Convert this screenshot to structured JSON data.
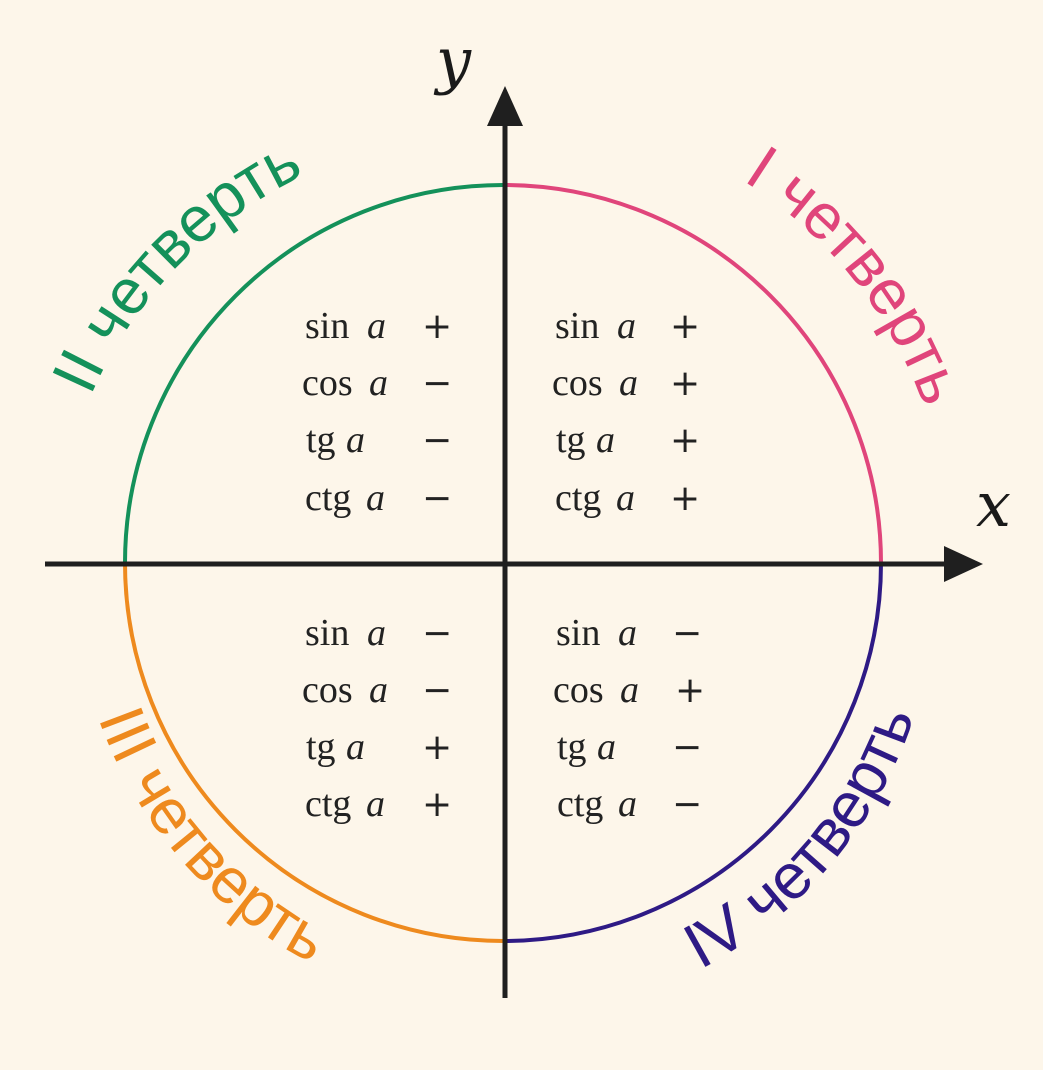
{
  "axes": {
    "x_label": "x",
    "y_label": "y"
  },
  "colors": {
    "background": "#fdf6ea",
    "axis": "#1f1f1f",
    "quadrant_I": "#e0457b",
    "quadrant_II": "#14915a",
    "quadrant_III": "#ee8a1e",
    "quadrant_IV": "#2e1a85"
  },
  "quadrants": [
    {
      "id": "I",
      "label": "I четверть",
      "rows": [
        {
          "fn": "sin",
          "arg": "a",
          "sign": "+"
        },
        {
          "fn": "cos",
          "arg": "a",
          "sign": "+"
        },
        {
          "fn": "tg",
          "arg": "a",
          "sign": "+"
        },
        {
          "fn": "ctg",
          "arg": "a",
          "sign": "+"
        }
      ]
    },
    {
      "id": "II",
      "label": "II четверть",
      "rows": [
        {
          "fn": "sin",
          "arg": "a",
          "sign": "+"
        },
        {
          "fn": "cos",
          "arg": "a",
          "sign": "−"
        },
        {
          "fn": "tg",
          "arg": "a",
          "sign": "−"
        },
        {
          "fn": "ctg",
          "arg": "a",
          "sign": "−"
        }
      ]
    },
    {
      "id": "III",
      "label": "III четверть",
      "rows": [
        {
          "fn": "sin",
          "arg": "a",
          "sign": "−"
        },
        {
          "fn": "cos",
          "arg": "a",
          "sign": "−"
        },
        {
          "fn": "tg",
          "arg": "a",
          "sign": "+"
        },
        {
          "fn": "ctg",
          "arg": "a",
          "sign": "+"
        }
      ]
    },
    {
      "id": "IV",
      "label": "IV четверть",
      "rows": [
        {
          "fn": "sin",
          "arg": "a",
          "sign": "−"
        },
        {
          "fn": "cos",
          "arg": "a",
          "sign": "+"
        },
        {
          "fn": "tg",
          "arg": "a",
          "sign": "−"
        },
        {
          "fn": "ctg",
          "arg": "a",
          "sign": "−"
        }
      ]
    }
  ]
}
